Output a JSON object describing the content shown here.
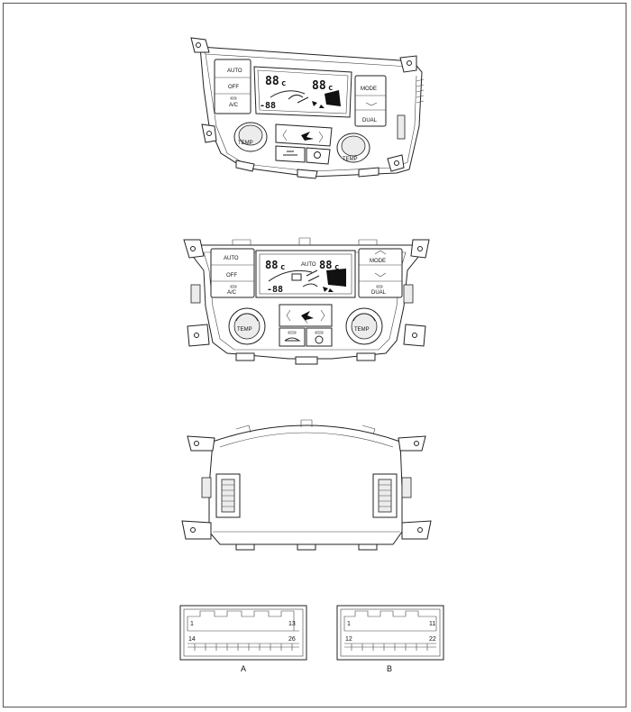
{
  "panel_buttons": {
    "auto": "AUTO",
    "off": "OFF",
    "ac": "A/C",
    "mode": "MODE",
    "dual": "DUAL",
    "temp": "TEMP"
  },
  "display": {
    "digits": "88",
    "unit": "c",
    "digits_small": "-88",
    "auto": "AUTO"
  },
  "connectors": [
    {
      "label": "A",
      "pin_top_left": "1",
      "pin_top_right": "13",
      "pin_bottom_left": "14",
      "pin_bottom_right": "26"
    },
    {
      "label": "B",
      "pin_top_left": "1",
      "pin_top_right": "11",
      "pin_bottom_left": "12",
      "pin_bottom_right": "22"
    }
  ]
}
